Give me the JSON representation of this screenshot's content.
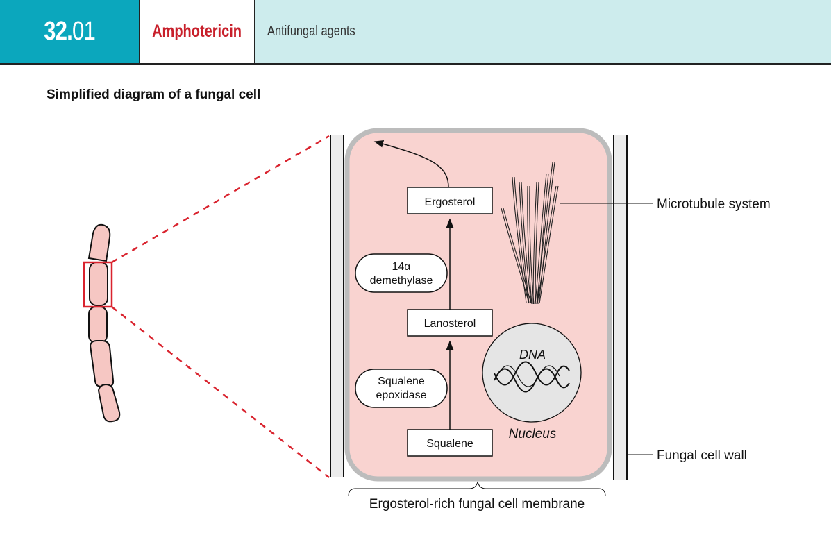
{
  "header": {
    "section_major": "32.",
    "section_minor": "01",
    "drug_name": "Amphotericin",
    "topic": "Antifungal agents",
    "colors": {
      "number_bg": "#0ba7bd",
      "topic_bg": "#cdeced",
      "drug_name": "#c8202b"
    }
  },
  "subtitle": "Simplified diagram of a fungal cell",
  "pathway": {
    "ergosterol": "Ergosterol",
    "lanosterol": "Lanosterol",
    "squalene": "Squalene",
    "demethylase_line1": "14α",
    "demethylase_line2": "demethylase",
    "epoxidase_line1": "Squalene",
    "epoxidase_line2": "epoxidase"
  },
  "nucleus": {
    "dna": "DNA",
    "label": "Nucleus"
  },
  "labels": {
    "microtubule": "Microtubule system",
    "cell_wall": "Fungal cell wall",
    "membrane": "Ergosterol-rich fungal cell membrane"
  },
  "colors": {
    "cytoplasm": "#f9d3d0",
    "membrane": "#bcbcbc",
    "highlight": "#d9232e",
    "hypha": "#f6c7c3"
  }
}
